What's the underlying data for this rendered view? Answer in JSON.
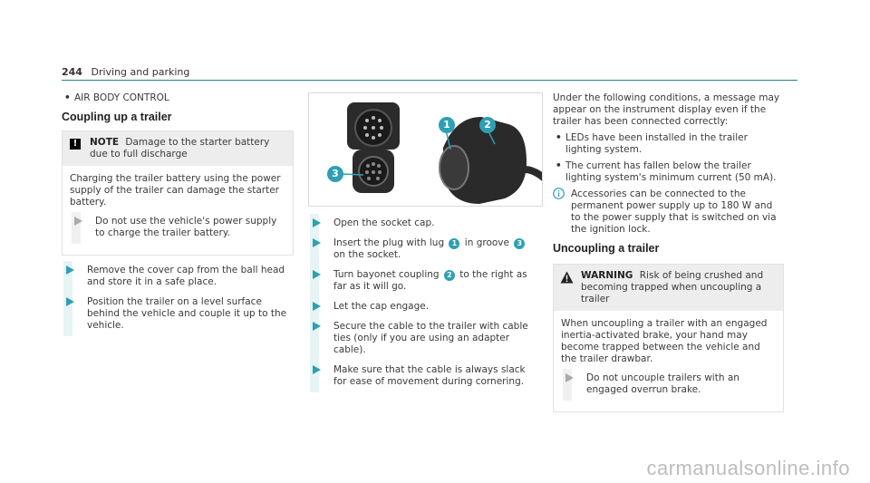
{
  "header": {
    "page_number": "244",
    "section": "Driving and parking"
  },
  "left": {
    "bullet": "AIR BODY CONTROL",
    "heading": "Coupling up a trailer",
    "note": {
      "label": "NOTE",
      "headline": "Damage to the starter battery due to full discharge",
      "body": "Charging the trailer battery using the power supply of the trailer can damage the starter battery.",
      "action": "Do not use the vehicle's power supply to charge the trailer battery."
    },
    "steps": [
      "Remove the cover cap from the ball head and store it in a safe place.",
      "Position the trailer on a level surface behind the vehicle and couple it up to the vehicle."
    ]
  },
  "middle": {
    "figure_callouts": [
      "1",
      "2",
      "3"
    ],
    "steps": [
      {
        "before": "Open the socket cap."
      },
      {
        "before": "Insert the plug with lug ",
        "n1": "1",
        "mid": " in groove ",
        "n2": "3",
        "after": " on the socket."
      },
      {
        "before": "Turn bayonet coupling ",
        "n1": "2",
        "mid": " to the right as far as it will go."
      },
      {
        "before": "Let the cap engage."
      },
      {
        "before": "Secure the cable to the trailer with cable ties (only if you are using an adapter cable)."
      },
      {
        "before": "Make sure that the cable is always slack for ease of movement during cornering."
      }
    ]
  },
  "right": {
    "intro": "Under the following conditions, a message may appear on the instrument display even if the trailer has been connected correctly:",
    "bullets": [
      "LEDs have been installed in the trailer lighting system.",
      "The current has fallen below the trailer lighting system's minimum current (50 mA)."
    ],
    "info": "Accessories can be connected to the permanent power supply up to 180 W and to the power supply that is switched on via the ignition lock.",
    "heading": "Uncoupling a trailer",
    "warning": {
      "label": "WARNING",
      "headline": "Risk of being crushed and becoming trapped when uncoupling a trailer",
      "body": "When uncoupling a trailer with an engaged inertia-activated brake, your hand may become trapped between the vehicle and the trailer drawbar.",
      "action": "Do not uncouple trailers with an engaged overrun brake."
    }
  },
  "watermark": "carmanualsonline.info",
  "colors": {
    "accent": "#2f9fb3",
    "rule": "#2f7a86",
    "box_head": "#ededed"
  }
}
